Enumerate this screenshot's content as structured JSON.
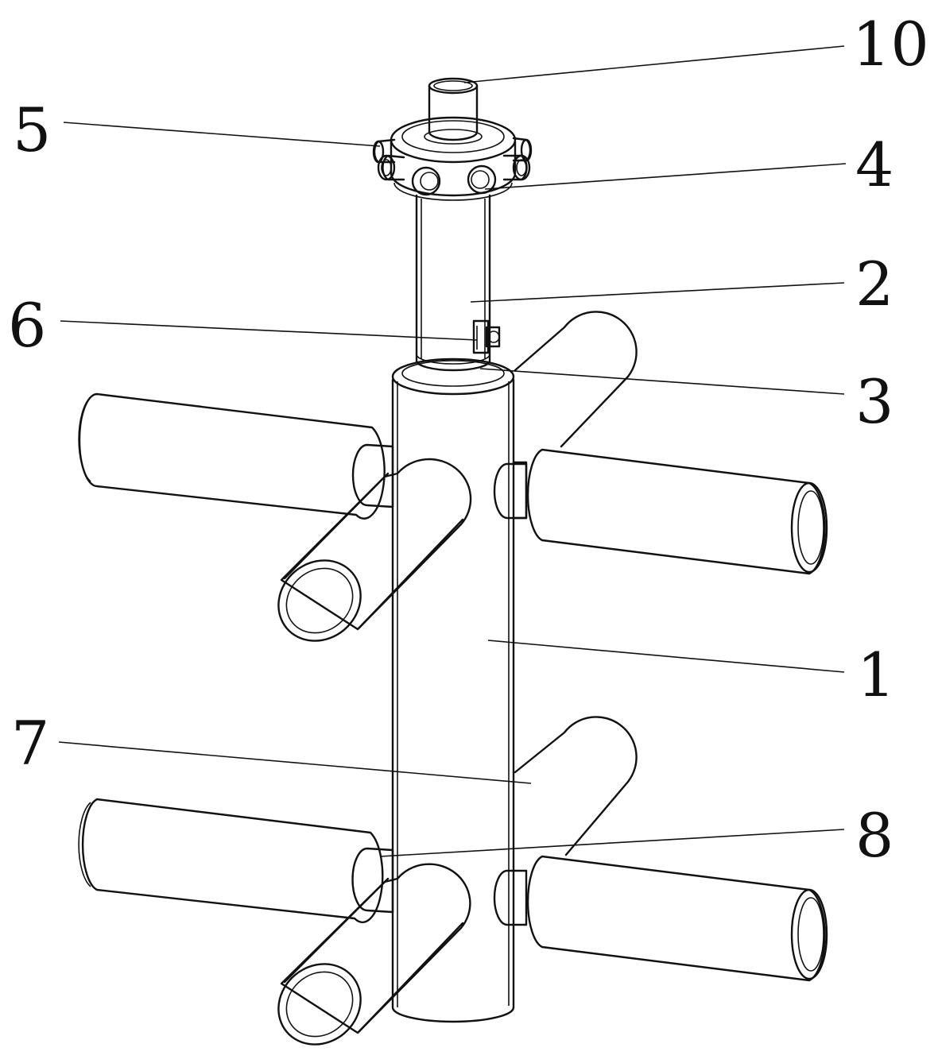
{
  "figure": {
    "callouts": [
      {
        "label": "10"
      },
      {
        "label": "5"
      },
      {
        "label": "4"
      },
      {
        "label": "2"
      },
      {
        "label": "6"
      },
      {
        "label": "3"
      },
      {
        "label": "1"
      },
      {
        "label": "7"
      },
      {
        "label": "8"
      }
    ]
  }
}
